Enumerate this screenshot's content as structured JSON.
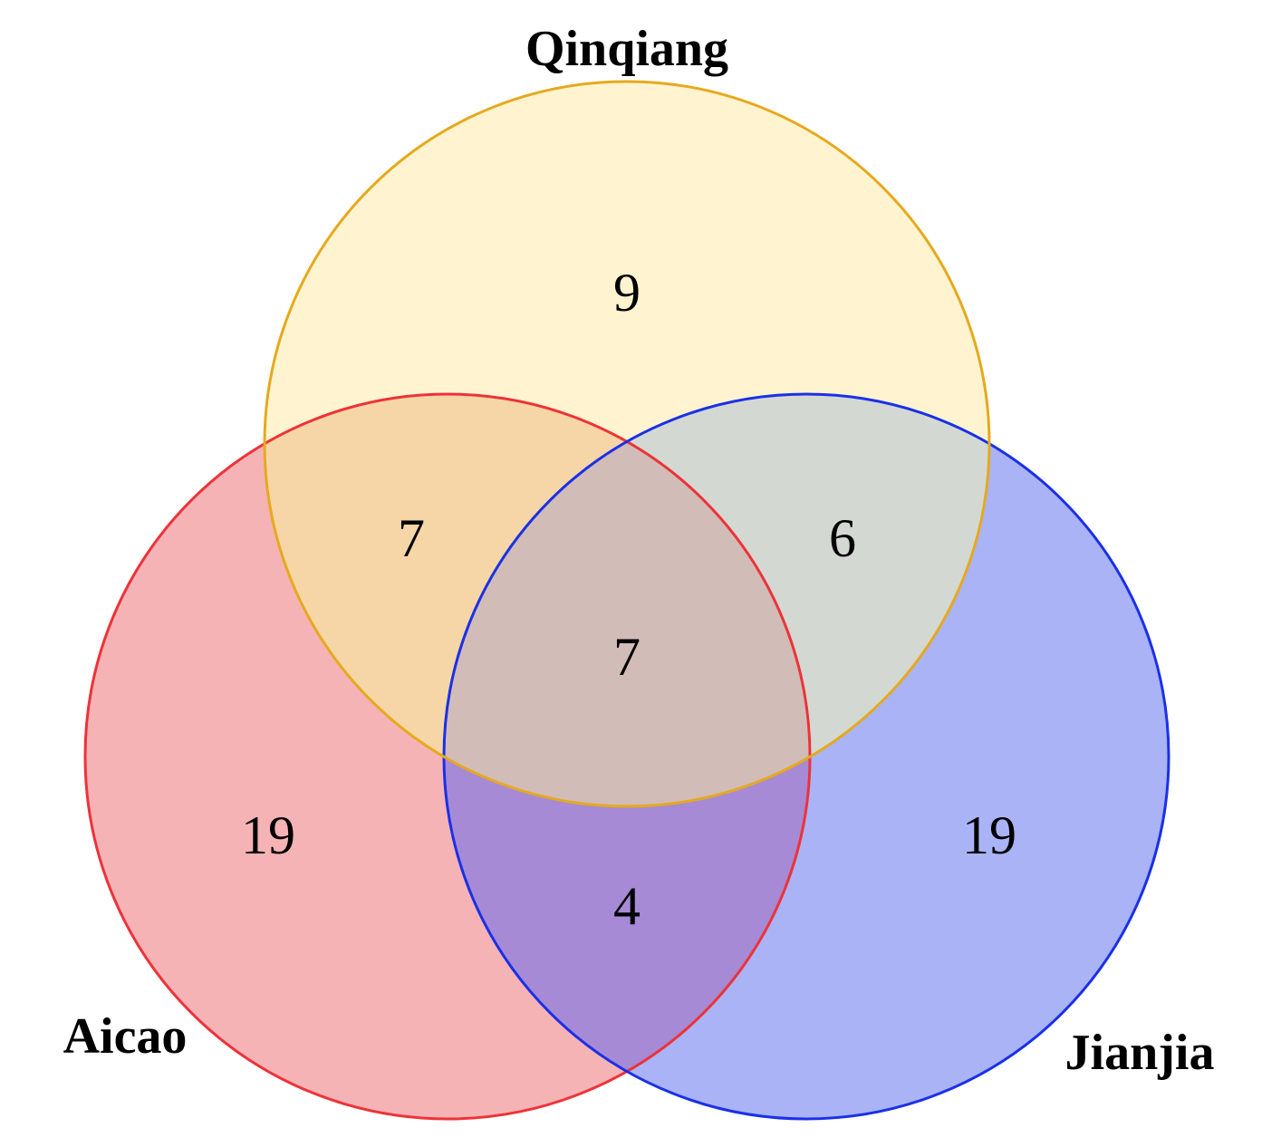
{
  "diagram": {
    "type": "venn3",
    "sets": [
      {
        "key": "qinqiang",
        "label": "Qinqiang",
        "fill": "#fff1b8",
        "stroke": "#e6a91e"
      },
      {
        "key": "aicao",
        "label": "Aicao",
        "fill": "#ee5559",
        "stroke": "#ee3238"
      },
      {
        "key": "jianjia",
        "label": "Jianjia",
        "fill": "#5a73ee",
        "stroke": "#1a30e8"
      }
    ],
    "regions": {
      "qinqiang_only": "9",
      "aicao_qinqiang": "7",
      "qinqiang_jianjia": "6",
      "all_three": "7",
      "aicao_only": "19",
      "jianjia_only": "19",
      "aicao_jianjia": "4"
    }
  }
}
